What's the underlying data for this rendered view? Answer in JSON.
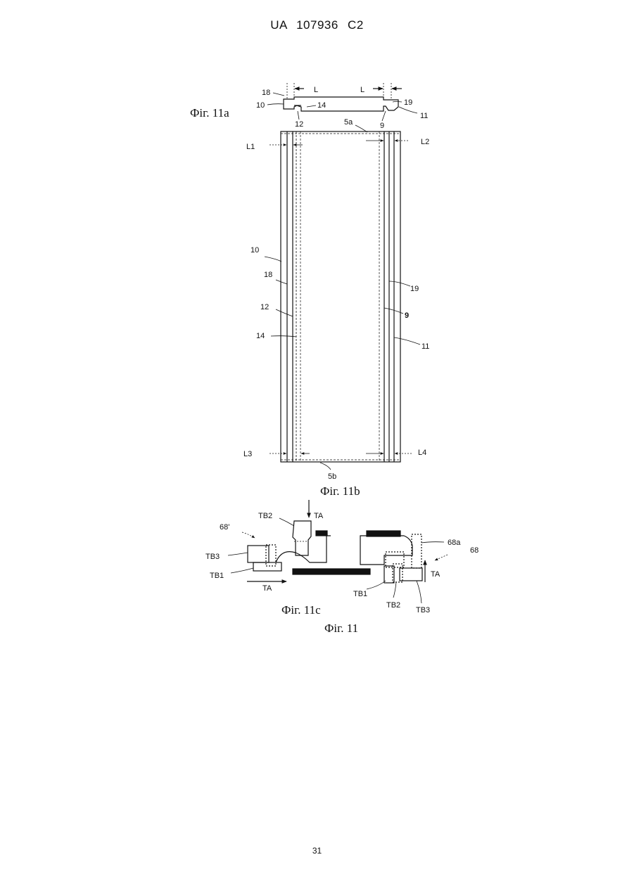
{
  "header": {
    "doc_id": "UA   107936   C2"
  },
  "page_number": "31",
  "figures": {
    "fig11a": {
      "caption": "Фіг. 11а",
      "labels": {
        "L_left": "L",
        "L_right": "L",
        "n18": "18",
        "n10": "10",
        "n14": "14",
        "n12": "12",
        "n9": "9",
        "n19": "19",
        "n11": "11"
      }
    },
    "fig11b": {
      "caption": "Фіг. 11b",
      "labels": {
        "n5a": "5a",
        "n5b": "5b",
        "L1": "L1",
        "L2": "L2",
        "L3": "L3",
        "L4": "L4",
        "n10": "10",
        "n18": "18",
        "n12": "12",
        "n14": "14",
        "n19": "19",
        "n9": "9",
        "n11": "11"
      }
    },
    "fig11c": {
      "caption": "Фіг. 11с",
      "labels": {
        "n68p": "68'",
        "TB2_top": "TB2",
        "TA_top": "TA",
        "TB3_left": "TB3",
        "TB1_left": "TB1",
        "TA_bottom": "TA",
        "n68a": "68a",
        "n68": "68",
        "TA_right": "TA",
        "TB1_right": "TB1",
        "TB2_right": "TB2",
        "TB3_right": "TB3"
      }
    },
    "overall_caption": "Фіг. 11"
  }
}
